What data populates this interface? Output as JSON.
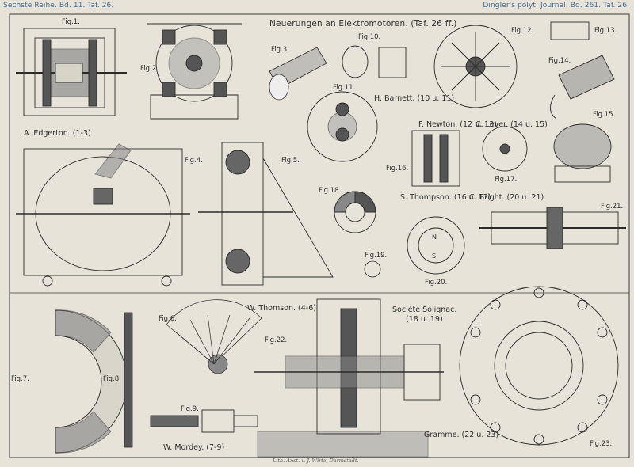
{
  "header": {
    "left": "Sechste Reihe. Bd. 11. Taf. 26.",
    "right": "Dingler's polyt. Journal. Bd. 261. Taf. 26.",
    "title": "Neuerungen an Elektromotoren. (Taf. 26 ff.)"
  },
  "figures": [
    {
      "id": "fig1",
      "label": "Fig.1."
    },
    {
      "id": "fig2",
      "label": "Fig.2."
    },
    {
      "id": "fig3",
      "label": "Fig.3."
    },
    {
      "id": "fig4",
      "label": "Fig.4."
    },
    {
      "id": "fig5",
      "label": "Fig.5."
    },
    {
      "id": "fig6",
      "label": "Fig.6."
    },
    {
      "id": "fig7",
      "label": "Fig.7."
    },
    {
      "id": "fig8",
      "label": "Fig.8."
    },
    {
      "id": "fig9",
      "label": "Fig.9."
    },
    {
      "id": "fig10",
      "label": "Fig.10."
    },
    {
      "id": "fig11",
      "label": "Fig.11."
    },
    {
      "id": "fig12",
      "label": "Fig.12."
    },
    {
      "id": "fig13",
      "label": "Fig.13."
    },
    {
      "id": "fig14",
      "label": "Fig.14."
    },
    {
      "id": "fig15",
      "label": "Fig.15."
    },
    {
      "id": "fig16",
      "label": "Fig.16."
    },
    {
      "id": "fig17",
      "label": "Fig.17."
    },
    {
      "id": "fig18",
      "label": "Fig.18."
    },
    {
      "id": "fig19",
      "label": "Fig.19."
    },
    {
      "id": "fig20",
      "label": "Fig.20."
    },
    {
      "id": "fig21",
      "label": "Fig.21."
    },
    {
      "id": "fig22",
      "label": "Fig.22."
    },
    {
      "id": "fig23",
      "label": "Fig.23."
    }
  ],
  "captions": {
    "edgerton": "A. Edgerton. (1-3)",
    "barnett": "H. Barnett. (10 u. 11)",
    "newton": "F. Newton. (12 u. 13)",
    "lever": "C. Lever. (14 u. 15)",
    "thompson": "S. Thompson. (16 u. 17)",
    "bright": "C. Bright. (20 u. 21)",
    "wthomson": "W. Thomson. (4-6)",
    "solignac": "Société Solignac.",
    "solignac_figs": "(18 u. 19)",
    "mordey": "W. Mordey. (7-9)",
    "gramme": "Gramme. (22 u. 23)"
  },
  "imprint": "Lith. Anst. v. J. Wirtz, Darmstadt.",
  "colors": {
    "paper": "#e7e3d9",
    "ink": "#2b2b2b",
    "hatch": "#4d4d4d",
    "header": "#4a6a88"
  }
}
